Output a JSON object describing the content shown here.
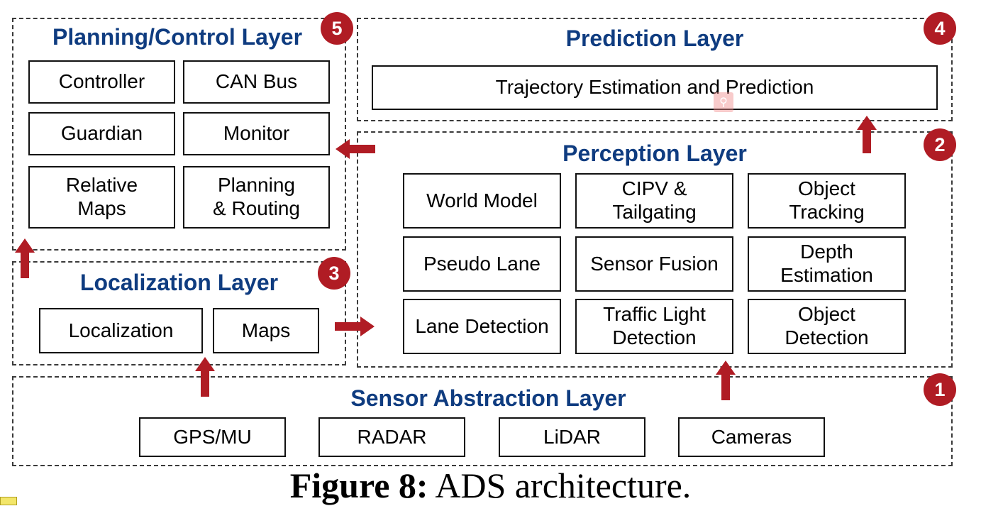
{
  "layers": {
    "planning": {
      "title": "Planning/Control Layer",
      "badge": "5",
      "boxes": [
        "Controller",
        "CAN Bus",
        "Guardian",
        "Monitor",
        "Relative\nMaps",
        "Planning\n& Routing"
      ]
    },
    "prediction": {
      "title": "Prediction Layer",
      "badge": "4",
      "boxes": [
        "Trajectory Estimation and Prediction"
      ]
    },
    "perception": {
      "title": "Perception Layer",
      "badge": "2",
      "boxes": [
        "World Model",
        "CIPV &\nTailgating",
        "Object\nTracking",
        "Pseudo Lane",
        "Sensor Fusion",
        "Depth\nEstimation",
        "Lane Detection",
        "Traffic Light\nDetection",
        "Object\nDetection"
      ]
    },
    "localization": {
      "title": "Localization Layer",
      "badge": "3",
      "boxes": [
        "Localization",
        "Maps"
      ]
    },
    "sensor": {
      "title": "Sensor Abstraction Layer",
      "badge": "1",
      "boxes": [
        "GPS/MU",
        "RADAR",
        "LiDAR",
        "Cameras"
      ]
    }
  },
  "colors": {
    "title": "#0f3c80",
    "badge": "#b01c24",
    "arrow": "#b01c24"
  },
  "icons": {
    "arrow": "arrow-icon",
    "search": "search-icon"
  },
  "caption": {
    "label": "Figure 8:",
    "text": "ADS architecture."
  }
}
